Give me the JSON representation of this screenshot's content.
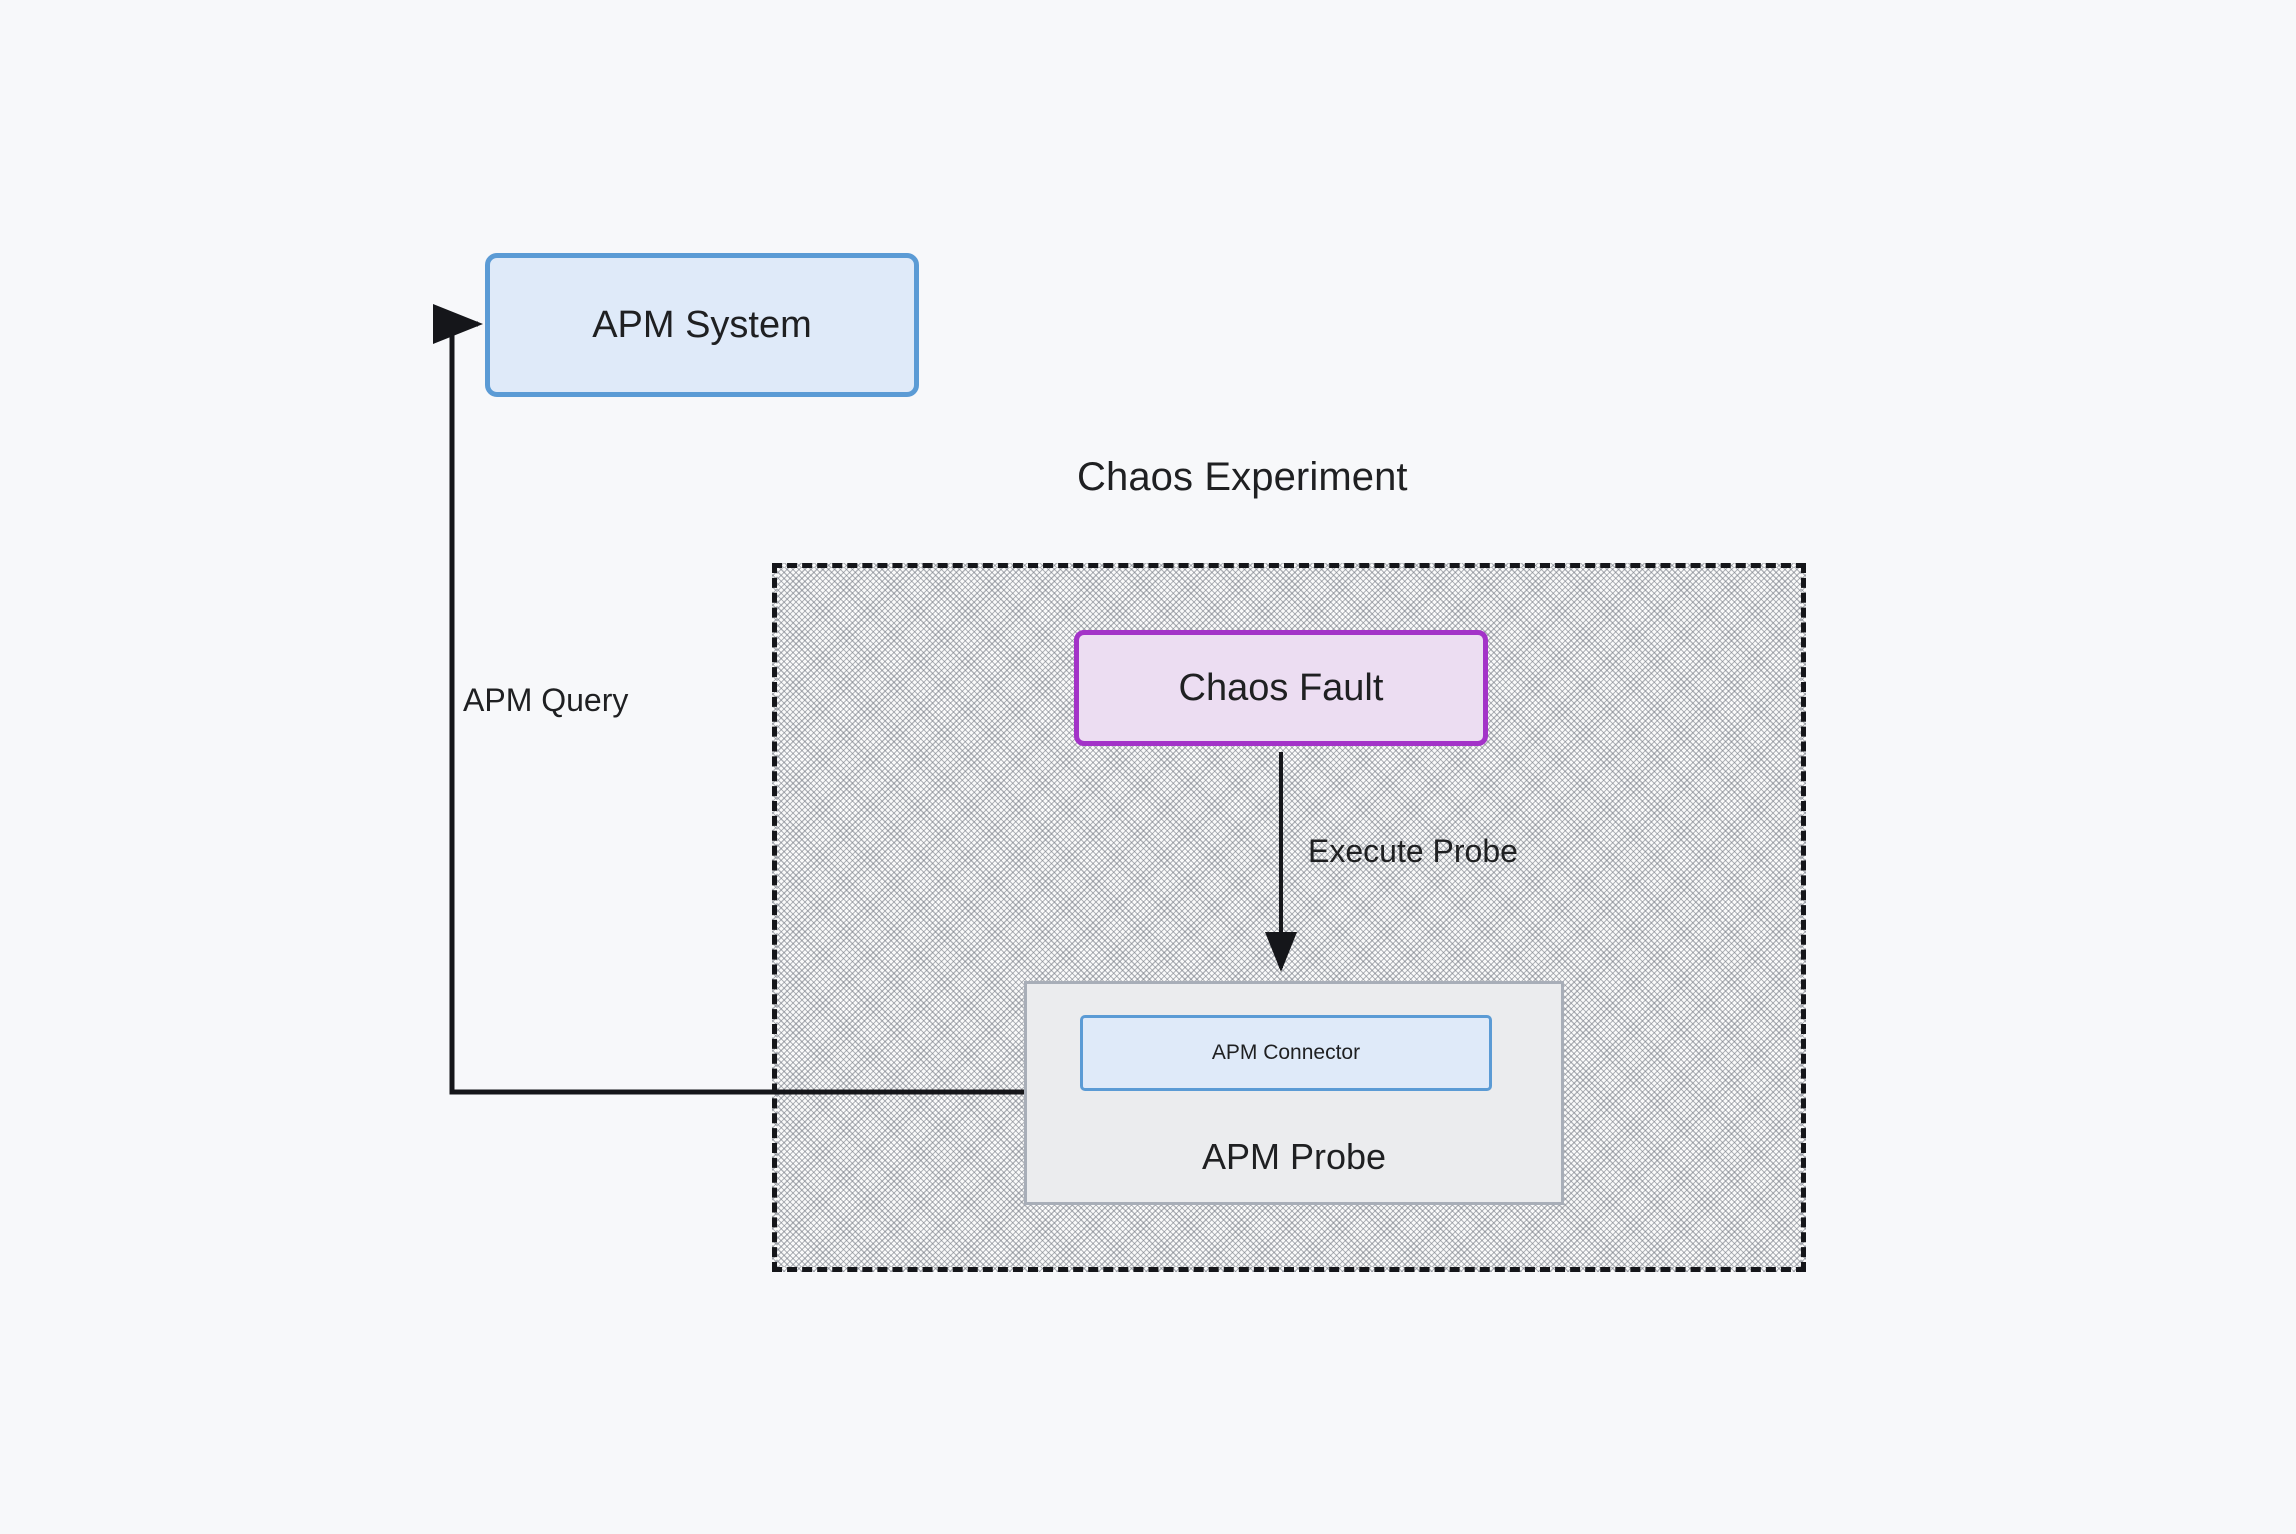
{
  "diagram": {
    "background_color": "#f7f8fa",
    "subgraphs": [
      {
        "id": "chaos-experiment",
        "title": "Chaos Experiment",
        "style": "dashed hatched container",
        "border_color": "#15161a",
        "fill": "hatched-gray"
      },
      {
        "id": "apm-probe",
        "title": "APM Probe",
        "style": "solid gray container",
        "border_color": "#a8aeb8",
        "fill": "#ebecee"
      }
    ],
    "nodes": [
      {
        "id": "apm-system",
        "label": "APM System",
        "fill": "#dfeaf9",
        "stroke": "#5b9bd5"
      },
      {
        "id": "chaos-fault",
        "label": "Chaos Fault",
        "fill": "#ecddf2",
        "stroke": "#a333c8"
      },
      {
        "id": "apm-connector",
        "label": "APM Connector",
        "fill": "#dfeaf9",
        "stroke": "#5b9bd5"
      }
    ],
    "edges": [
      {
        "id": "execute-probe",
        "label": "Execute Probe",
        "from": "chaos-fault",
        "to": "apm-probe",
        "arrow": true
      },
      {
        "id": "apm-query",
        "label": "APM Query",
        "from": "apm-probe",
        "to": "apm-system",
        "arrow": true
      }
    ]
  }
}
